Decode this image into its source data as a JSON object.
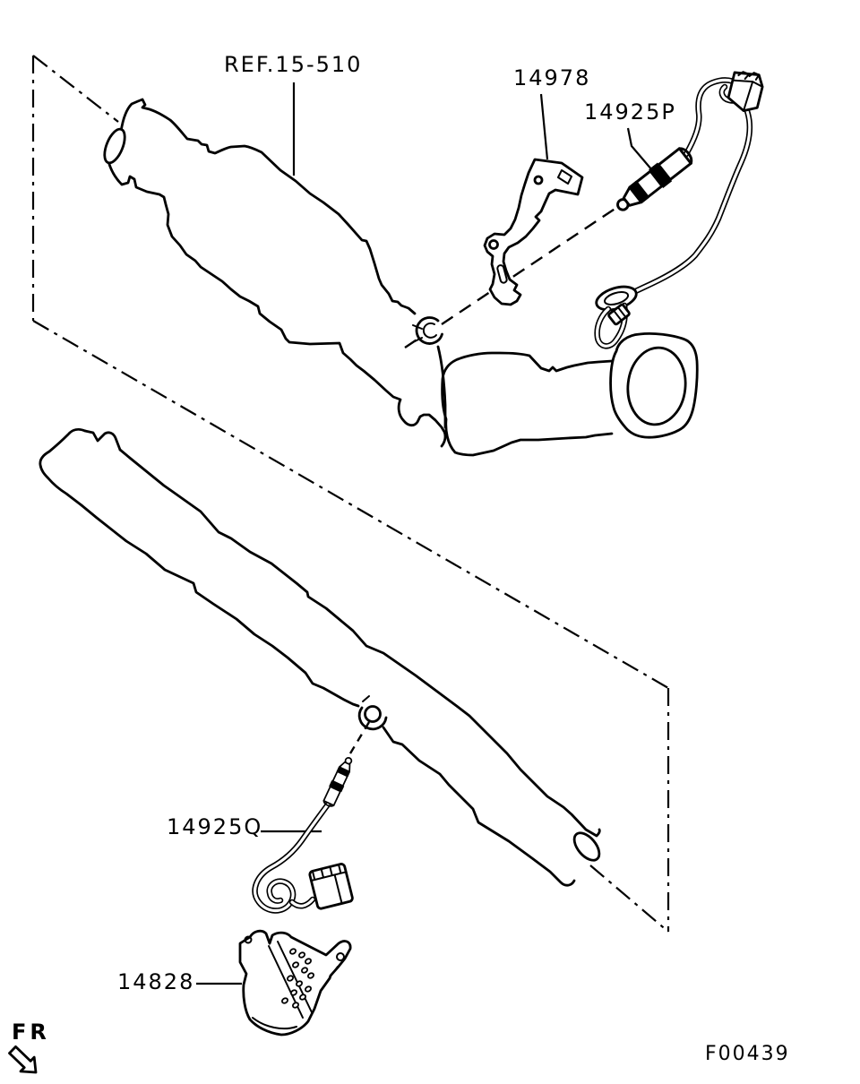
{
  "diagram": {
    "ref_label": "REF.15-510",
    "part_labels": {
      "bracket": "14978",
      "front_sensor": "14925P",
      "rear_sensor": "14925Q",
      "heat_shield": "14828"
    },
    "front_marker": "FR",
    "figure_code": "F00439",
    "colors": {
      "line": "#000000",
      "background": "#ffffff"
    }
  }
}
